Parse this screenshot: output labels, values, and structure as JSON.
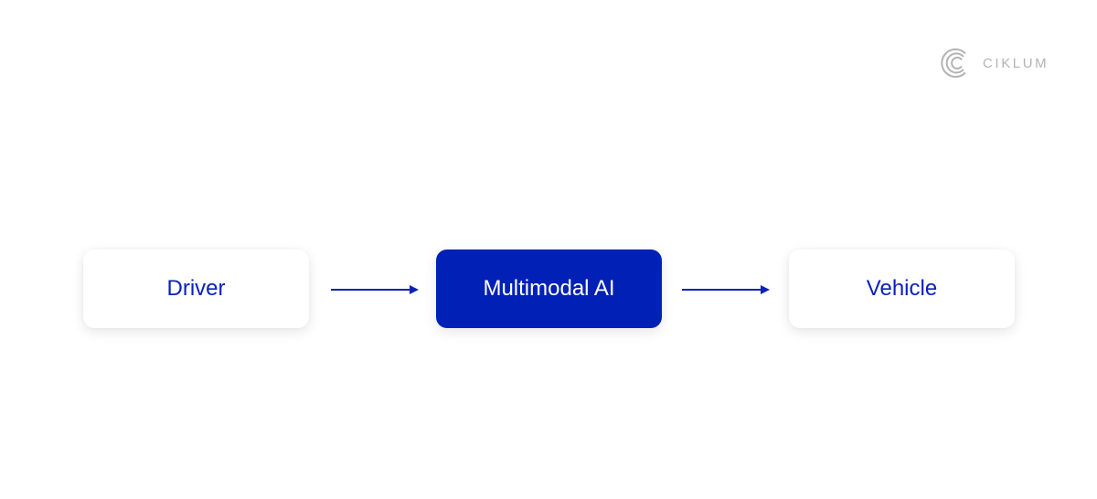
{
  "brand": {
    "name": "CIKLUM",
    "logo_icon": "ciklum-concentric-c-icon",
    "color": "#b3b3b3"
  },
  "diagram": {
    "nodes": [
      {
        "id": "driver",
        "label": "Driver",
        "style": "light"
      },
      {
        "id": "multimodal-ai",
        "label": "Multimodal AI",
        "style": "dark"
      },
      {
        "id": "vehicle",
        "label": "Vehicle",
        "style": "light"
      }
    ],
    "edges": [
      {
        "from": "driver",
        "to": "multimodal-ai",
        "icon": "arrow-right-icon"
      },
      {
        "from": "multimodal-ai",
        "to": "vehicle",
        "icon": "arrow-right-icon"
      }
    ],
    "colors": {
      "accent": "#0020b6",
      "light_text": "#0b22b8",
      "dark_text": "#ffffff",
      "arrow": "#0b22b8"
    }
  }
}
